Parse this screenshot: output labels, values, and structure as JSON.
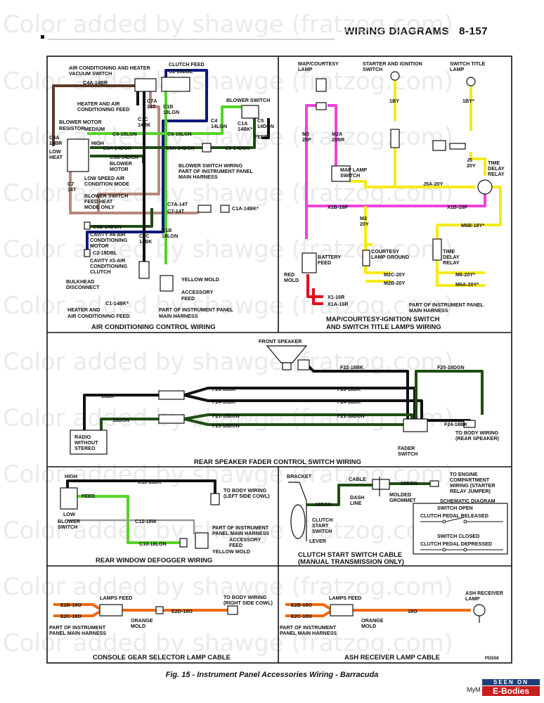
{
  "header": {
    "title": "WIRING DIAGRAMS",
    "page": "8-157"
  },
  "watermark": "Color added by shawge (fratzog.com)",
  "figure_caption": "Fig. 15 - Instrument Panel Accessories Wiring - Barracuda",
  "figure_code": "PD556",
  "site": {
    "badge_top": "SEEN ON",
    "badge_bottom": "E-Bodies",
    "prefix": "MyM"
  },
  "wire_colors": {
    "black": "#111111",
    "brown": "#5b3a29",
    "navy": "#0a1a7a",
    "light_green": "#55d428",
    "dark_green": "#1f4d12",
    "tan": "#b58a7e",
    "pink": "#ee44dd",
    "yellow": "#f5ea1a",
    "red": "#e0101a",
    "orange": "#f06a10",
    "gray": "#999999"
  },
  "panels": {
    "ac": {
      "title": "AIR CONDITIONING CONTROL WIRING",
      "labels": {
        "vac_switch1": "AIR CONDITIONING AND HEATER",
        "vac_switch2": "VACUUM SWITCH",
        "clutch_feed": "CLUTCH FEED",
        "c2": "C2-18DBL",
        "c4a": "C4A-14BR",
        "heat_feed1": "HEATER AND AIR",
        "heat_feed2": "CONDITIONING FEED",
        "c7a": "C7A",
        "c7a_g": "14T",
        "c1b": "C1B",
        "c1b_g": "18LGN",
        "c1c": "C1C",
        "c1c_g": "14BK",
        "blower_sw": "BLOWER SWITCH",
        "resistor1": "BLOWER MOTOR",
        "resistor2": "RESISTOR",
        "medium": "MEDIUM",
        "c6_left": "C6-16LGN",
        "c6_mid": "C6-16LGN",
        "c4": "C4",
        "c4_g": "14LGN",
        "c5": "C5",
        "c5_g": "14DGN",
        "c1a": "C1A",
        "c1a_g": "14BK*",
        "feed": "FEED",
        "c4a_v1": "C4A",
        "c4a_v2": "14BR",
        "low": "LOW",
        "heat": "HEAT",
        "high": "HIGH",
        "c5a_left": "C5A-14DGN",
        "c5a_mid": "C5A-14DGN",
        "c5_mid": "C5-14DGN",
        "c5b": "C5B-14DGN",
        "blower": "BLOWER",
        "motor": "MOTOR",
        "c7": "C7",
        "c7_g": "14T",
        "bsw_harness1": "BLOWER SWITCH WIRING",
        "bsw_harness2": "PART OF INSTRUMENT PANEL",
        "bsw_harness3": "MAIN HARNESS",
        "low_speed1": "LOW SPEED AIR",
        "low_speed2": "CONDITION MODE",
        "feed_heat1": "BLOWER SWITCH",
        "feed_heat2": "FEED HEAT",
        "feed_heat3": "MODE ONLY",
        "c7a_mid": "C7A-14T",
        "c7_mid": "C7-14T",
        "c1a_mid": "C1A-14BK*",
        "c5b_cav": "C5B-14DGN",
        "cav4_1": "CAVITY #4-AIR",
        "cav4_2": "CONDITIONING",
        "cav4_3": "MOTOR",
        "c1c_v": "C1C",
        "c1c_vg": "14BK",
        "c1b_v": "C1B",
        "c1b_vg": "18LGN",
        "c2_cav": "C2-18DBL",
        "cav3_1": "CAVITY #3-AIR",
        "cav3_2": "CONDITIONING",
        "cav3_3": "CLUTCH",
        "bulkhead1": "BULKHEAD",
        "bulkhead2": "DISCONNECT",
        "yellow_mold": "YELLOW MOLD",
        "c1_bot": "C1-14BK*",
        "acc1": "ACCESSORY",
        "acc2": "FEED",
        "hac1": "HEATER AND",
        "hac2": "AIR CONDITIONING FEED",
        "pip1": "PART OF INSTRUMENT PANEL",
        "pip2": "MAIN HARNESS"
      }
    },
    "map": {
      "title1": "MAP/COURTESY-IGNITION SWITCH",
      "title2": "AND SWITCH TITLE LAMPS WIRING",
      "labels": {
        "map_lamp1": "MAP/COURTESY",
        "map_lamp2": "LAMP",
        "starter1": "STARTER AND IGNITION",
        "starter2": "SWITCH",
        "title_lamp1": "SWITCH TITLE",
        "title_lamp2": "LAMP",
        "y1": "1BY",
        "y2": "1BY*",
        "m3": "M3",
        "m3g": "20P",
        "m2a": "M2A",
        "m2ag": "20BR",
        "j5": "J5",
        "j5g": "20Y",
        "tdr1": "TIME",
        "tdr2": "DELAY",
        "tdr3": "RELAY",
        "mapsw1": "MAP LAMP",
        "mapsw2": "SWITCH",
        "j5a": "J5A-20Y",
        "x1b_l": "X1B-18P",
        "x1b_r": "X1B-18P",
        "m2": "M2",
        "m2g": "20Y",
        "m6b": "M6B-18Y*",
        "bat1": "BATTERY",
        "bat2": "FEED",
        "cg1": "COURTESY",
        "cg2": "LAMP GROUND",
        "td1": "TIME",
        "td2": "DELAY",
        "td3": "RELAY",
        "red1": "RED",
        "red2": "MOLD",
        "m2c": "M2C-20Y",
        "m2b": "M2B-20Y",
        "m6": "M6-20Y*",
        "m6a": "M6A-20Y*",
        "x1": "X1-16R",
        "x1a": "X1A-16R",
        "pip1": "PART OF INSTRUMENT PANEL",
        "pip2": "MAIN HARNESS"
      }
    },
    "speaker": {
      "title": "REAR SPEAKER FADER CONTROL SWITCH WIRING",
      "labels": {
        "front": "FRONT SPEAKER",
        "f22": "F22-18BK",
        "f25": "F25-18DGN",
        "bk18": "18BK",
        "f26a": "F26-18BK",
        "f26b": "F26-18BK",
        "f24a": "F24-18BK",
        "f24b": "F24-18BK",
        "f21a": "F21-18DGN",
        "f21b": "F21-18DGN",
        "dgn18": "18DGN",
        "f23": "F23-18DGN",
        "radio1": "RADIO",
        "radio2": "WITHOUT",
        "radio3": "STEREO",
        "rear1": "TO BODY WIRING",
        "rear2": "(REAR SPEAKER)",
        "fader1": "FADER",
        "fader2": "SWITCH"
      }
    },
    "defog": {
      "title": "REAR WINDOW DEFOGGER WIRING",
      "labels": {
        "high": "HIGH",
        "feed": "FEED",
        "low": "LOW",
        "bs1": "BLOWER",
        "bs2": "SWITCH",
        "c11": "C11-18BK",
        "c12": "C12-18W",
        "c10": "C10-18LGN",
        "body1": "TO BODY WIRING",
        "body2": "(LEFT SIDE COWL)",
        "pip1": "PART OF INSTRUMENT",
        "pip2": "PANEL MAIN HARNESS",
        "acc1": "ACCESSORY",
        "acc2": "FEED",
        "ym": "YELLOW MOLD"
      }
    },
    "clutch": {
      "title1": "CLUTCH START SWITCH CABLE",
      "title2": "(MANUAL TRANSMISSION ONLY)",
      "labels": {
        "bracket": "BRACKET",
        "cable": "CABLE",
        "dgn_a": "18DGN",
        "dgn_b": "18DGN",
        "eng1": "TO ENGINE",
        "eng2": "COMPARTMENT",
        "eng3": "WIRING (STARTER",
        "eng4": "RELAY JUMPER)",
        "dash1": "DASH",
        "dash2": "LINE",
        "mg1": "MOLDED",
        "mg2": "GROMMET",
        "schem": "SCHEMATIC DIAGRAM",
        "sw1": "CLUTCH",
        "sw2": "START",
        "sw3": "SWITCH",
        "lever": "LEVER",
        "open": "SWITCH OPEN",
        "released": "CLUTCH PEDAL RELEASED",
        "closed": "SWITCH CLOSED",
        "depressed": "CLUTCH PEDAL DEPRESSED"
      }
    },
    "console": {
      "title": "CONSOLE GEAR SELECTOR LAMP CABLE",
      "labels": {
        "lamps_feed": "LAMPS FEED",
        "e2b": "E2B-18O",
        "e2c": "E2C-18O",
        "e2d": "E2D-18O",
        "body1": "TO BODY WIRING",
        "body2": "(RIGHT SIDE COWL)",
        "pip1": "PART OF INSTRUMENT",
        "pip2": "PANEL MAIN HARNESS",
        "om1": "ORANGE",
        "om2": "MOLD"
      }
    },
    "ash": {
      "title": "ASH RECEIVER LAMP CABLE",
      "labels": {
        "lamps_feed": "LAMPS FEED",
        "e2b": "E2B-18O",
        "e2c": "E2C-18O",
        "o18": "18O",
        "ash1": "ASH RECEIVER",
        "ash2": "LAMP",
        "pip1": "PART OF INSTRUMENT",
        "pip2": "PANEL MAIN HARNESS",
        "om1": "ORANGE",
        "om2": "MOLD"
      }
    }
  }
}
